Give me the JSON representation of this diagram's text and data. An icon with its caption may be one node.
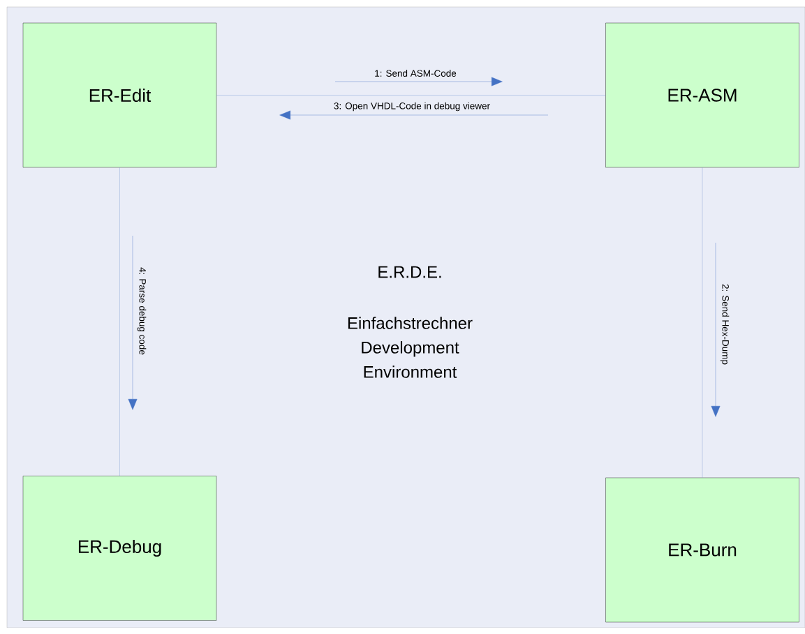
{
  "diagram": {
    "nodes": [
      {
        "text": [
          "ER-Edit"
        ]
      },
      {
        "text": [
          "ER-ASM"
        ]
      },
      {
        "text": [
          "ER-Debug"
        ]
      },
      {
        "text": [
          "ER-Burn"
        ]
      }
    ],
    "edges": [
      {
        "from": 0,
        "to": 1,
        "arrow": "none"
      },
      {
        "from": 1,
        "to": 3,
        "arrow": "none"
      },
      {
        "from": 0,
        "to": 2,
        "arrow": "none"
      }
    ],
    "labels": [
      "1: Send ASM-Code",
      "3: Open VHDL-Code in debug viewer",
      "4: Parse debug code",
      "2: Send Hex-Dump",
      "E.R.D.E.",
      "Einfachstrechner Development Environment"
    ]
  }
}
